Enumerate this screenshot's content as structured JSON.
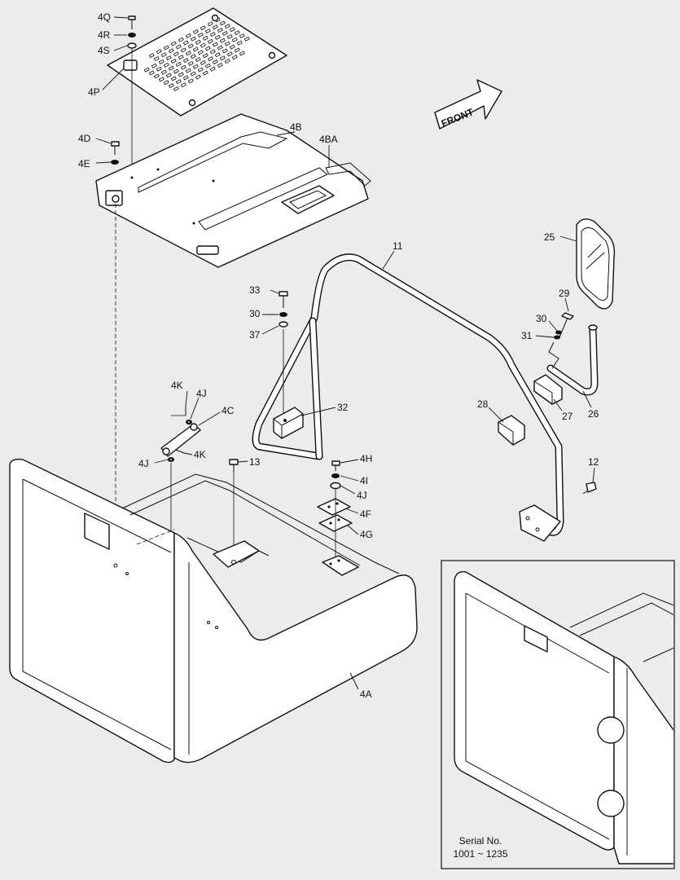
{
  "diagram": {
    "front_arrow_text": "FRONT",
    "inset_caption_line1": "Serial No.",
    "inset_caption_line2": "1001 ~ 1235",
    "labels": {
      "4Q": "4Q",
      "4R": "4R",
      "4S": "4S",
      "4P": "4P",
      "4D": "4D",
      "4E": "4E",
      "4B": "4B",
      "4BA": "4BA",
      "11": "11",
      "25": "25",
      "29": "29",
      "30a": "30",
      "31": "31",
      "33": "33",
      "30b": "30",
      "37": "37",
      "32": "32",
      "28": "28",
      "27": "27",
      "26": "26",
      "4K_top": "4K",
      "4J_top": "4J",
      "4C": "4C",
      "4J_bot": "4J",
      "4K_bot": "4K",
      "13": "13",
      "4H": "4H",
      "4I": "4I",
      "4J_r": "4J",
      "4F": "4F",
      "4G": "4G",
      "12": "12",
      "4A": "4A"
    }
  }
}
